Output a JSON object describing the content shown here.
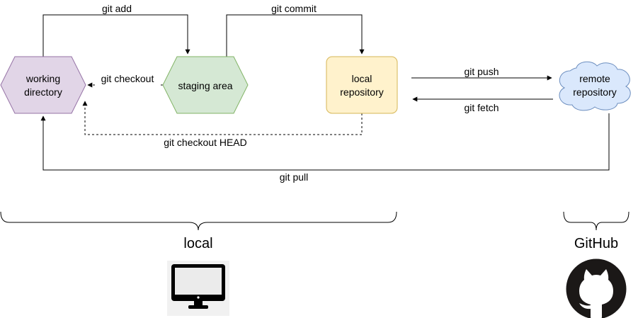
{
  "nodes": {
    "working_directory": {
      "line1": "working",
      "line2": "directory",
      "fill": "#e1d5e7",
      "stroke": "#9673a6"
    },
    "staging_area": {
      "label": "staging area",
      "fill": "#d5e8d4",
      "stroke": "#82b366"
    },
    "local_repository": {
      "line1": "local",
      "line2": "repository",
      "fill": "#fff2cc",
      "stroke": "#d6b656"
    },
    "remote_repository": {
      "line1": "remote",
      "line2": "repository",
      "fill": "#dae8fc",
      "stroke": "#6c8ebf"
    }
  },
  "edges": {
    "git_add": "git add",
    "git_commit": "git commit",
    "git_checkout": "git checkout",
    "git_push": "git push",
    "git_fetch": "git fetch",
    "git_checkout_head": "git checkout HEAD",
    "git_pull": "git pull"
  },
  "groups": {
    "local": "local",
    "github": "GitHub"
  },
  "icons": {
    "computer": "computer-monitor-icon",
    "github": "github-logo-icon"
  }
}
